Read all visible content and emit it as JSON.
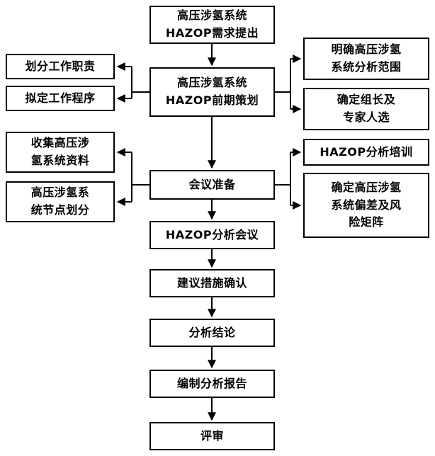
{
  "diagram_title": "HAZOP flow diagram",
  "boxes": {
    "demand": {
      "text": "高压涉氢系统\nHAZOP需求提出"
    },
    "planning": {
      "text": "高压涉氢系统\nHAZOP前期策划"
    },
    "meeting_prep": {
      "text": "会议准备"
    },
    "hazop_meeting": {
      "text": "HAZOP分析会议"
    },
    "measures": {
      "text": "建议措施确认"
    },
    "conclusion": {
      "text": "分析结论"
    },
    "report": {
      "text": "编制分析报告"
    },
    "review": {
      "text": "评审"
    },
    "duties": {
      "text": "划分工作职责"
    },
    "procedures": {
      "text": "拟定工作程序"
    },
    "collect": {
      "text": "收集高压涉\n氢系统资料"
    },
    "nodes": {
      "text": "高压涉氢系\n统节点划分"
    },
    "scope": {
      "text": "明确高压涉氢\n系统分析范围"
    },
    "leader": {
      "text": "确定组长及\n专家人选"
    },
    "training": {
      "text": "HAZOP分析培训"
    },
    "risk_matrix": {
      "text": "确定高压涉氢\n系统偏差及风\n险矩阵"
    }
  },
  "colors": {
    "border": "#000000",
    "background": "#ffffff",
    "text": "#000000"
  }
}
